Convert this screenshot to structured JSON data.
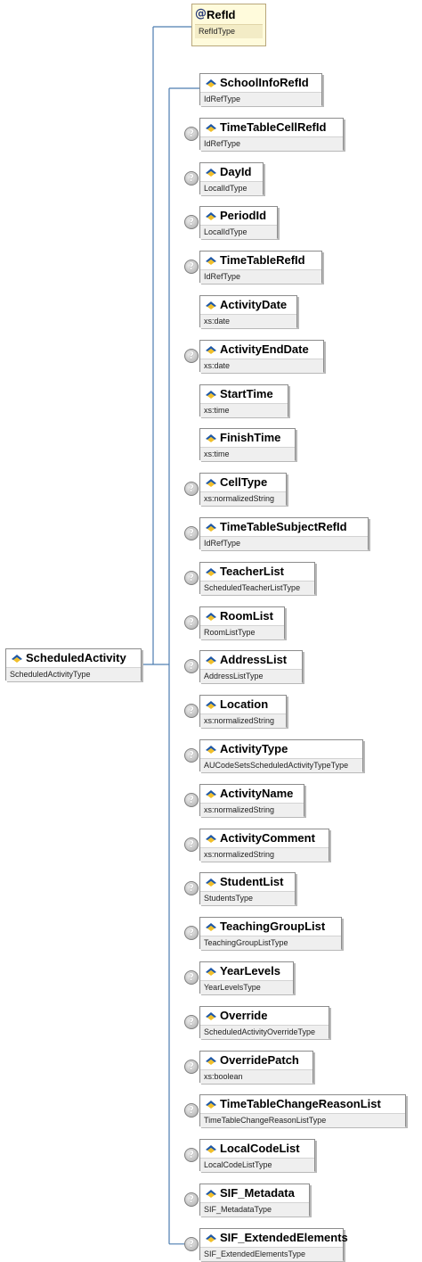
{
  "colors": {
    "connector": "#4d7db0",
    "icon_blue": "#1f58a6",
    "icon_gold": "#f1bf2a",
    "attribute_fill": "#fffbdc"
  },
  "icons": {
    "element": "element-icon",
    "attribute": "attribute-icon",
    "optional": "optional-icon"
  },
  "attribute": {
    "symbol": "@",
    "name": "RefId",
    "type": "RefIdType"
  },
  "root": {
    "name": "ScheduledActivity",
    "type": "ScheduledActivityType"
  },
  "optional_symbol": "?",
  "children": [
    {
      "name": "SchoolInfoRefId",
      "type": "IdRefType",
      "optional": false
    },
    {
      "name": "TimeTableCellRefId",
      "type": "IdRefType",
      "optional": true
    },
    {
      "name": "DayId",
      "type": "LocalIdType",
      "optional": true
    },
    {
      "name": "PeriodId",
      "type": "LocalIdType",
      "optional": true
    },
    {
      "name": "TimeTableRefId",
      "type": "IdRefType",
      "optional": true
    },
    {
      "name": "ActivityDate",
      "type": "xs:date",
      "optional": false
    },
    {
      "name": "ActivityEndDate",
      "type": "xs:date",
      "optional": true
    },
    {
      "name": "StartTime",
      "type": "xs:time",
      "optional": false
    },
    {
      "name": "FinishTime",
      "type": "xs:time",
      "optional": false
    },
    {
      "name": "CellType",
      "type": "xs:normalizedString",
      "optional": true
    },
    {
      "name": "TimeTableSubjectRefId",
      "type": "IdRefType",
      "optional": true
    },
    {
      "name": "TeacherList",
      "type": "ScheduledTeacherListType",
      "optional": true
    },
    {
      "name": "RoomList",
      "type": "RoomListType",
      "optional": true
    },
    {
      "name": "AddressList",
      "type": "AddressListType",
      "optional": true
    },
    {
      "name": "Location",
      "type": "xs:normalizedString",
      "optional": true
    },
    {
      "name": "ActivityType",
      "type": "AUCodeSetsScheduledActivityTypeType",
      "optional": true
    },
    {
      "name": "ActivityName",
      "type": "xs:normalizedString",
      "optional": true
    },
    {
      "name": "ActivityComment",
      "type": "xs:normalizedString",
      "optional": true
    },
    {
      "name": "StudentList",
      "type": "StudentsType",
      "optional": true
    },
    {
      "name": "TeachingGroupList",
      "type": "TeachingGroupListType",
      "optional": true
    },
    {
      "name": "YearLevels",
      "type": "YearLevelsType",
      "optional": true
    },
    {
      "name": "Override",
      "type": "ScheduledActivityOverrideType",
      "optional": true
    },
    {
      "name": "OverridePatch",
      "type": "xs:boolean",
      "optional": true
    },
    {
      "name": "TimeTableChangeReasonList",
      "type": "TimeTableChangeReasonListType",
      "optional": true
    },
    {
      "name": "LocalCodeList",
      "type": "LocalCodeListType",
      "optional": true
    },
    {
      "name": "SIF_Metadata",
      "type": "SIF_MetadataType",
      "optional": true
    },
    {
      "name": "SIF_ExtendedElements",
      "type": "SIF_ExtendedElementsType",
      "optional": true
    }
  ]
}
